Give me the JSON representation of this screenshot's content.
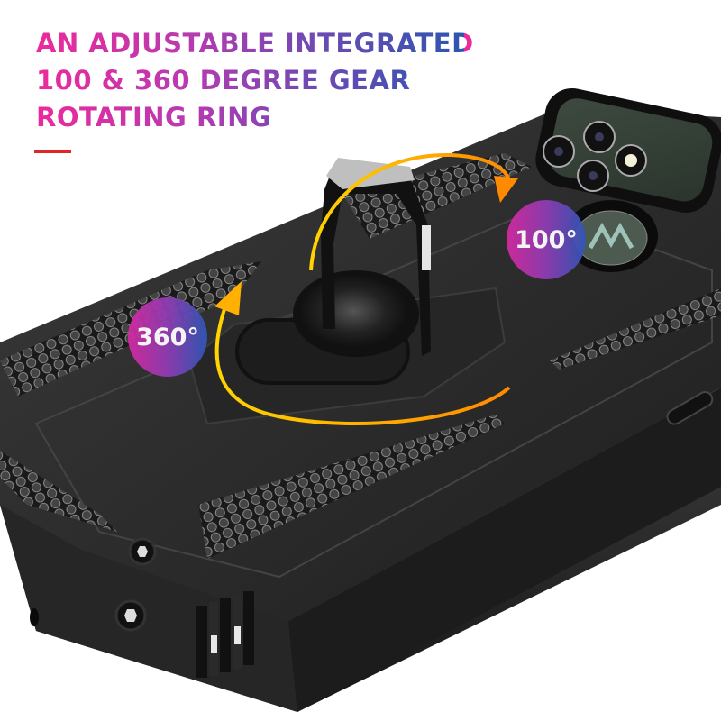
{
  "headline": {
    "lines": [
      "AN ADJUSTABLE INTEGRATED",
      "100 & 360 DEGREE GEAR",
      "ROTATING RING"
    ],
    "gradient_colors": [
      "#ec2a9c",
      "#b93ab0",
      "#6f49b3",
      "#2d56b0"
    ]
  },
  "accent_bar_color": "#e02626",
  "badges": {
    "rotation_100": {
      "label": "100°"
    },
    "rotation_360": {
      "label": "360°"
    }
  },
  "product": {
    "case_color": "#2b2b2b",
    "arrow_colors": [
      "#ffd400",
      "#ff8a00"
    ]
  }
}
